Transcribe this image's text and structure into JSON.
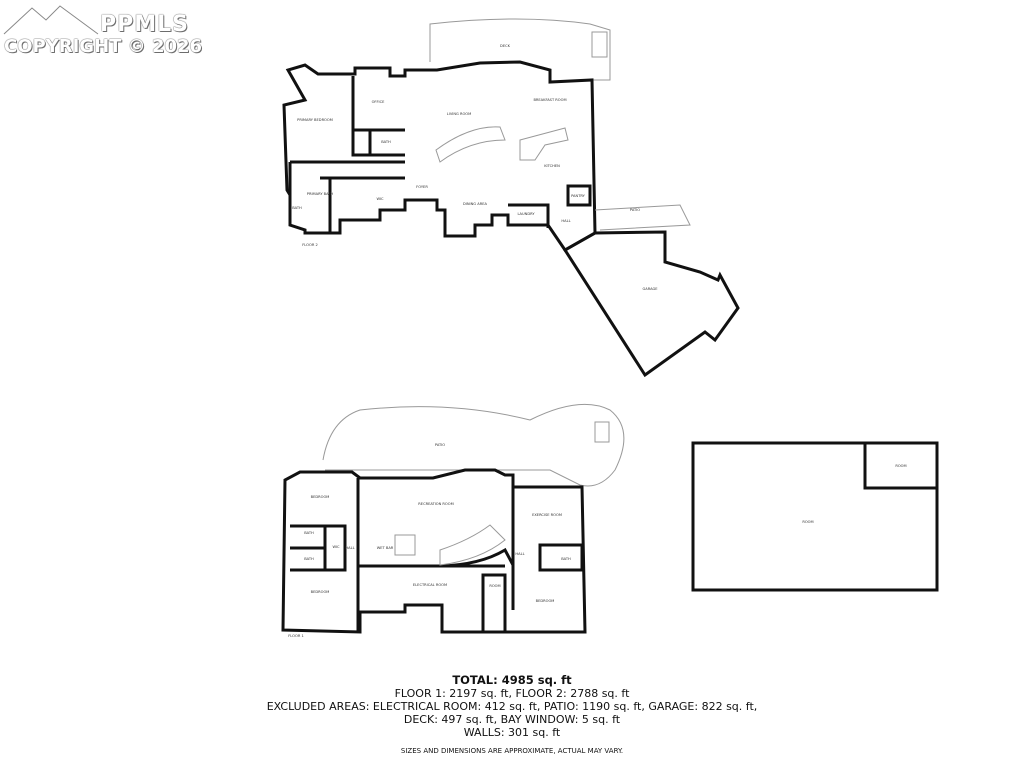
{
  "watermark": {
    "brand": "PPMLS",
    "copyright": "COPYRIGHT © 2026"
  },
  "floor2": {
    "label": "FLOOR 2",
    "rooms": [
      "DECK",
      "PRIMARY BEDROOM",
      "OFFICE",
      "BATH",
      "LIVING ROOM",
      "BREAKFAST ROOM",
      "KITCHEN",
      "PRIMARY BATH",
      "WIC",
      "FOYER",
      "DINING AREA",
      "LAUNDRY",
      "PANTRY",
      "HALL",
      "BATH",
      "PATIO",
      "GARAGE"
    ]
  },
  "floor1": {
    "label": "FLOOR 1",
    "rooms": [
      "PATIO",
      "BEDROOM",
      "RECREATION ROOM",
      "EXERCISE ROOM",
      "BATH",
      "BATH",
      "WIC",
      "HALL",
      "WET BAR",
      "HALL",
      "BATH",
      "BEDROOM",
      "ELECTRICAL ROOM",
      "ROOM",
      "BEDROOM"
    ]
  },
  "outbuilding": {
    "rooms": [
      "ROOM",
      "ROOM"
    ]
  },
  "summary": {
    "total": "TOTAL: 4985 sq. ft",
    "floors": "FLOOR 1: 2197 sq. ft, FLOOR 2: 2788 sq. ft",
    "excluded_1": "EXCLUDED AREAS: ELECTRICAL ROOM: 412 sq. ft, PATIO: 1190 sq. ft, GARAGE: 822 sq. ft,",
    "excluded_2": "DECK: 497 sq. ft, BAY WINDOW: 5 sq. ft",
    "walls": "WALLS: 301 sq. ft",
    "disclaimer": "SIZES AND DIMENSIONS ARE APPROXIMATE, ACTUAL MAY VARY."
  }
}
